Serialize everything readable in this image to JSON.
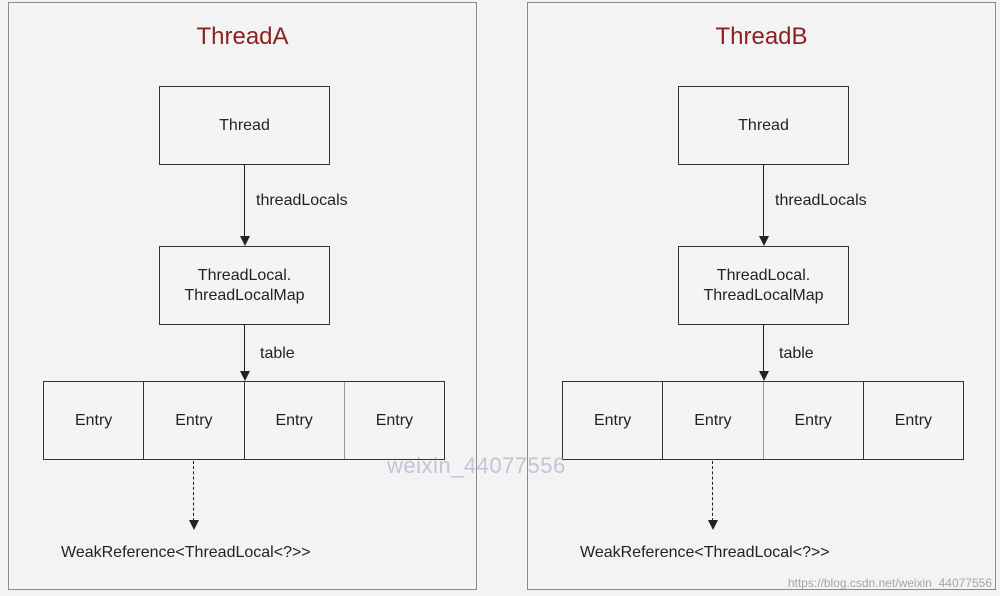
{
  "panels": [
    {
      "title": "ThreadA",
      "thread_label": "Thread",
      "threadlocals_label": "threadLocals",
      "map_label": "ThreadLocal.\nThreadLocalMap",
      "table_label": "table",
      "entries": [
        "Entry",
        "Entry",
        "Entry",
        "Entry"
      ],
      "weakref_label": "WeakReference<ThreadLocal<?>>"
    },
    {
      "title": "ThreadB",
      "thread_label": "Thread",
      "threadlocals_label": "threadLocals",
      "map_label": "ThreadLocal.\nThreadLocalMap",
      "table_label": "table",
      "entries": [
        "Entry",
        "Entry",
        "Entry",
        "Entry"
      ],
      "weakref_label": "WeakReference<ThreadLocal<?>>"
    }
  ],
  "watermark_center": "weixin_44077556",
  "watermark_corner": "https://blog.csdn.net/weixin_44077556",
  "colors": {
    "title": "#8b2222",
    "background": "#f3f3f3",
    "stroke": "#222222"
  }
}
